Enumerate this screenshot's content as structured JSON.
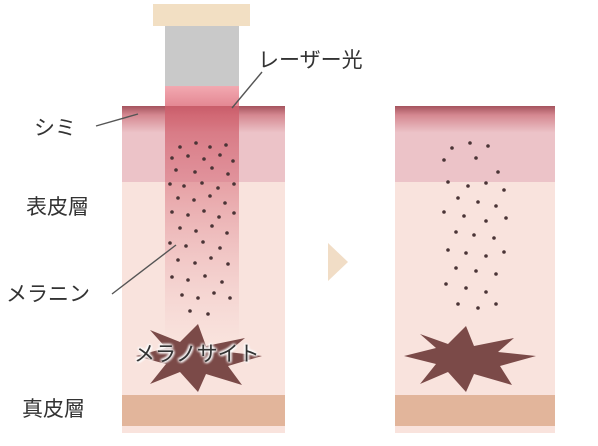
{
  "labels": {
    "shimi": "シミ",
    "laser": "レーザー光",
    "epidermis": "表皮層",
    "melanin": "メラニン",
    "melanocyte": "メラノサイト",
    "dermis": "真皮層"
  },
  "colors": {
    "tissue": "#f9e3dd",
    "spot_band": "#ecc2c6",
    "surface_line": "#9e4f59",
    "laser_beam": "#d9707c",
    "device_body": "#c9c9c9",
    "device_cap": "#f2dfc3",
    "dermis_band": "#e2b59b",
    "melanocyte": "#7b4a48",
    "melanin_dot": "#4a3436",
    "arrow": "#f1ddc6",
    "text": "#333333"
  },
  "icons": {
    "arrow": "chevron-right-icon"
  }
}
